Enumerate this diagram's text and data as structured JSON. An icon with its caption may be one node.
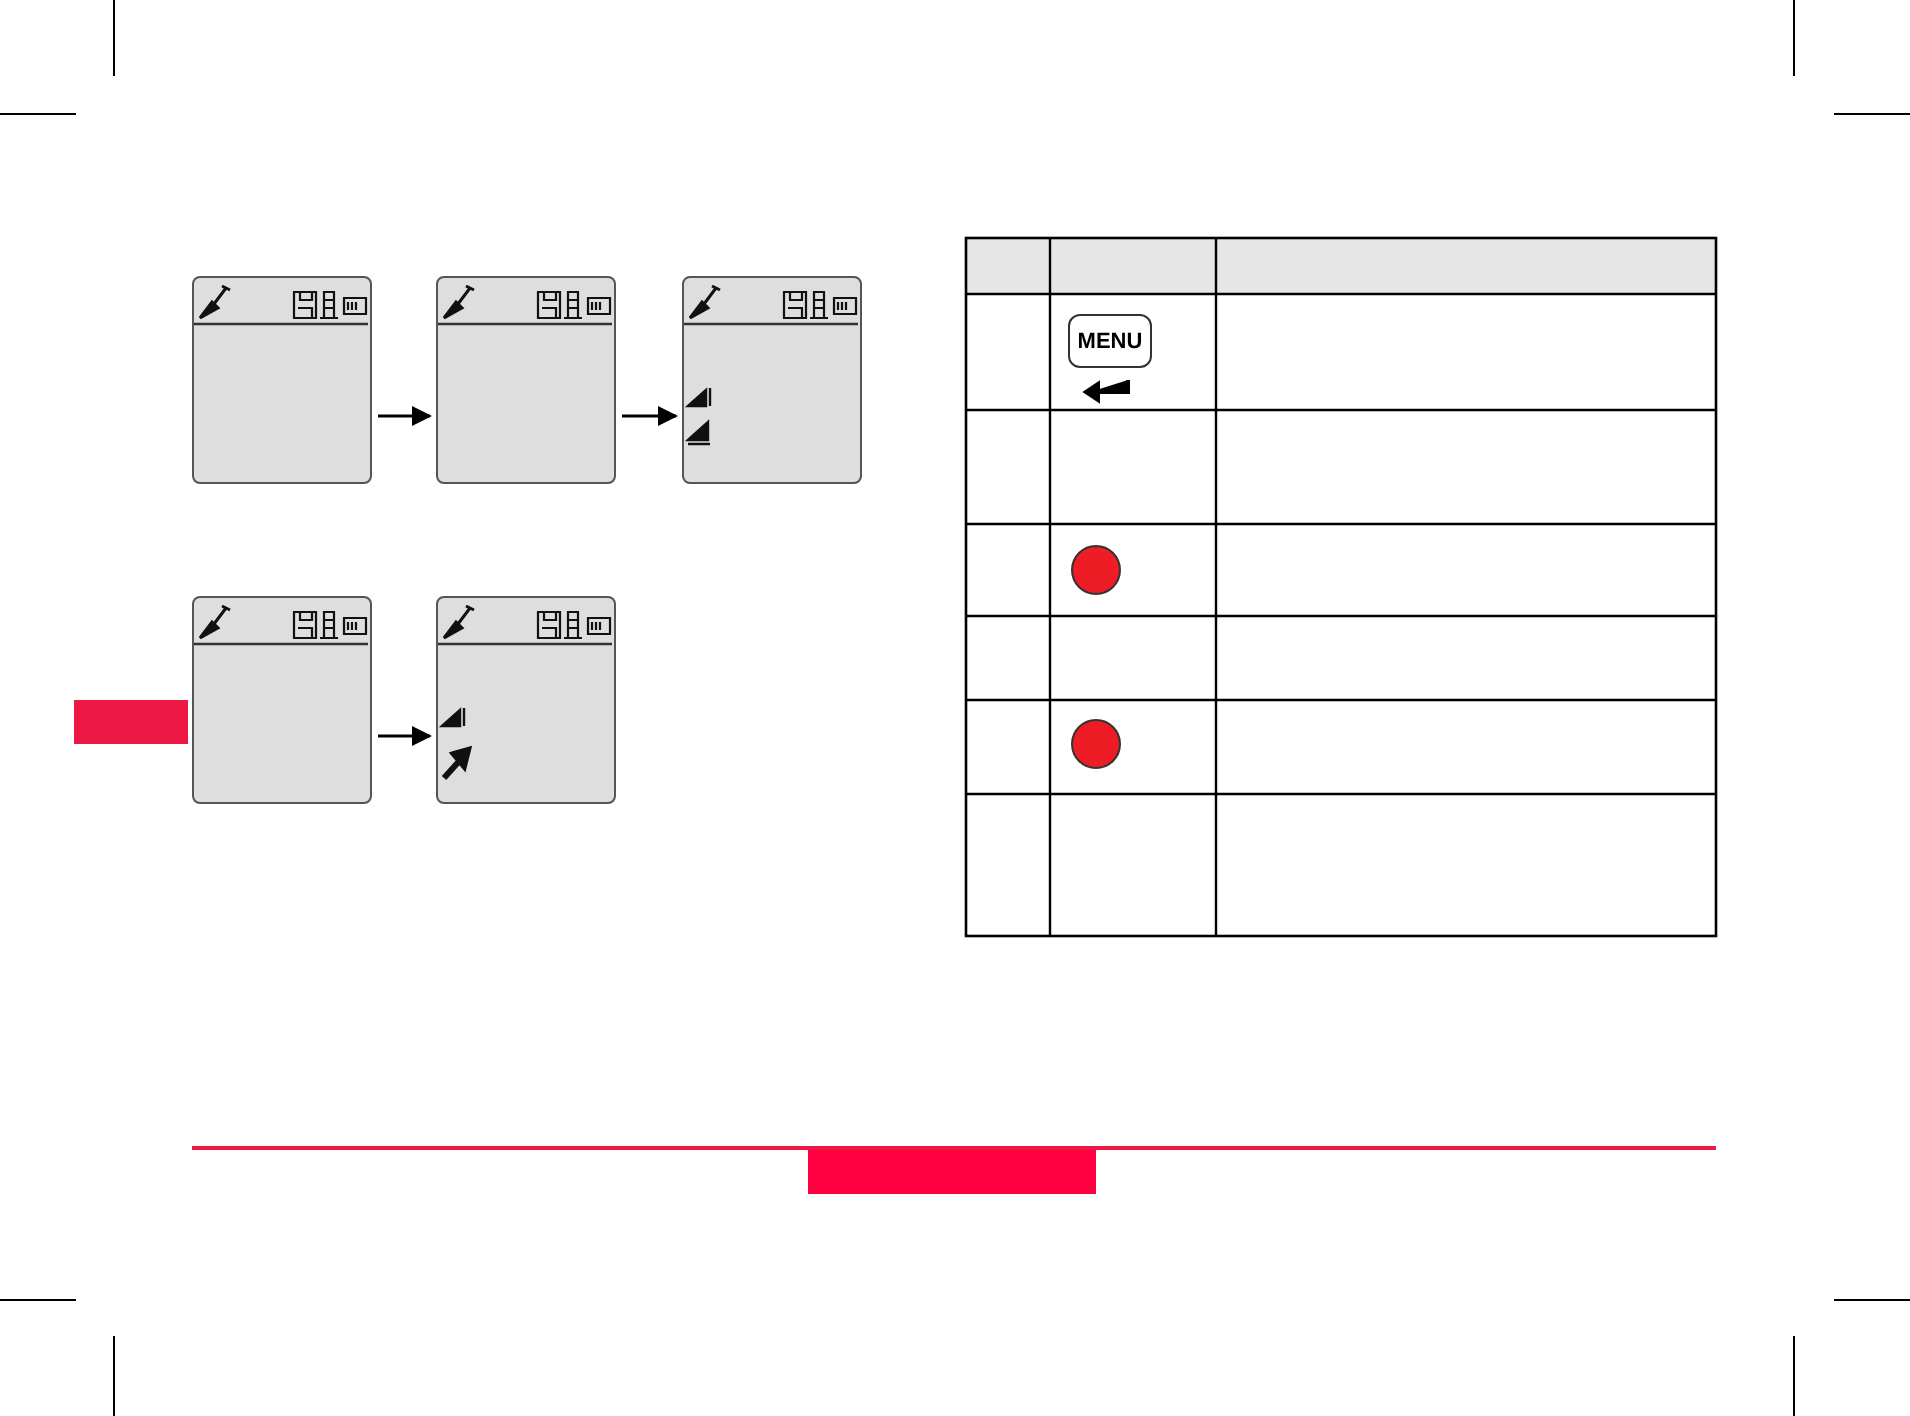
{
  "diagram": {
    "nodes": [
      {
        "text": [],
        "shape": "box"
      },
      {
        "text": [],
        "shape": "box"
      },
      {
        "text": [],
        "shape": "box"
      },
      {
        "text": [],
        "shape": "box"
      },
      {
        "text": [],
        "shape": "box"
      }
    ],
    "edges": [
      {
        "from": 0,
        "to": 1,
        "arrow": "to"
      },
      {
        "from": 1,
        "to": 2,
        "arrow": "to"
      },
      {
        "from": 3,
        "to": 4,
        "arrow": "to"
      }
    ],
    "labels": [
      "MENU"
    ]
  }
}
